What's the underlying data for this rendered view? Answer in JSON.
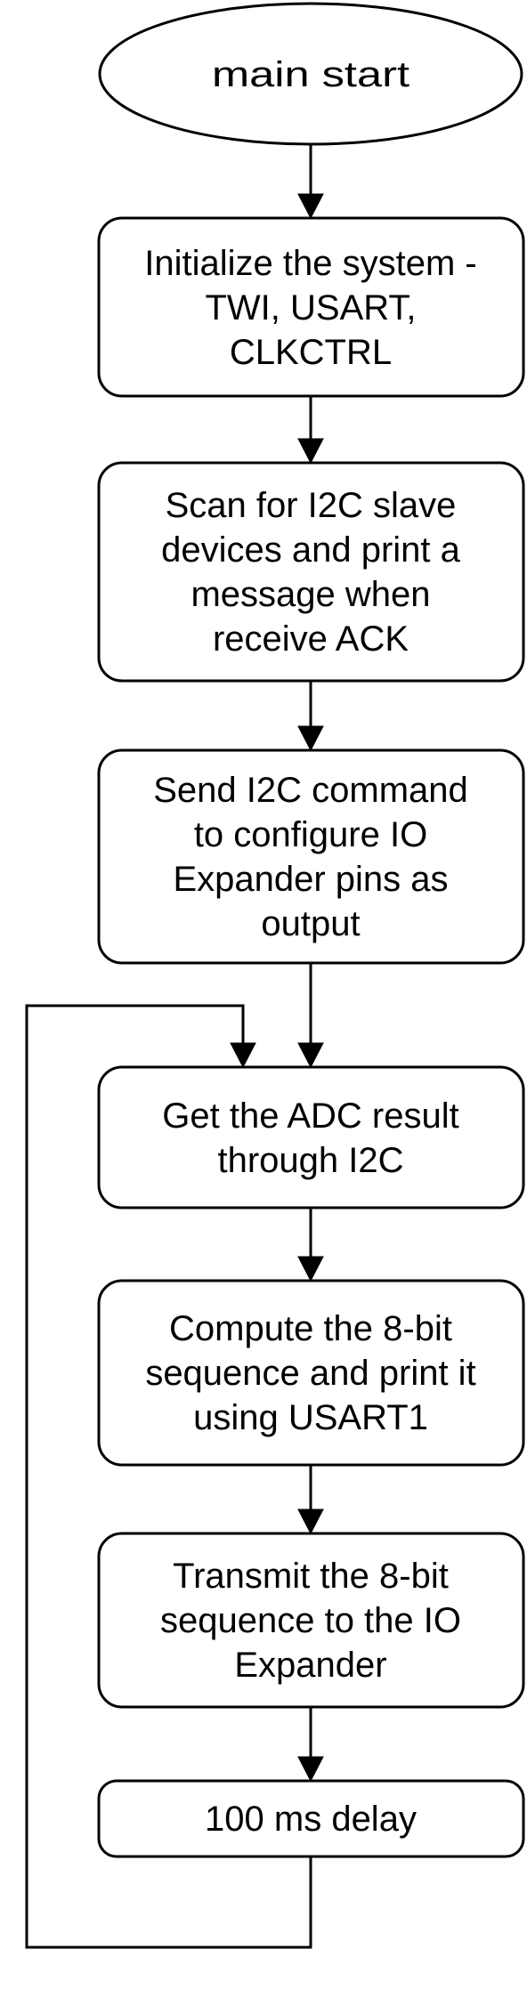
{
  "nodes": {
    "start": {
      "lines": [
        "main start"
      ]
    },
    "init": {
      "lines": [
        "Initialize the system -",
        "TWI, USART,",
        "CLKCTRL"
      ]
    },
    "scan": {
      "lines": [
        "Scan for I2C slave",
        "devices and print a",
        "message when",
        "receive ACK"
      ]
    },
    "config": {
      "lines": [
        "Send I2C command",
        "to configure IO",
        "Expander pins as",
        "output"
      ]
    },
    "adc": {
      "lines": [
        "Get the ADC result",
        "through I2C"
      ]
    },
    "compute": {
      "lines": [
        "Compute the 8-bit",
        "sequence and print it",
        "using USART1"
      ]
    },
    "transmit": {
      "lines": [
        "Transmit the 8-bit",
        "sequence to the IO",
        "Expander"
      ]
    },
    "delay": {
      "lines": [
        "100 ms delay"
      ]
    }
  }
}
